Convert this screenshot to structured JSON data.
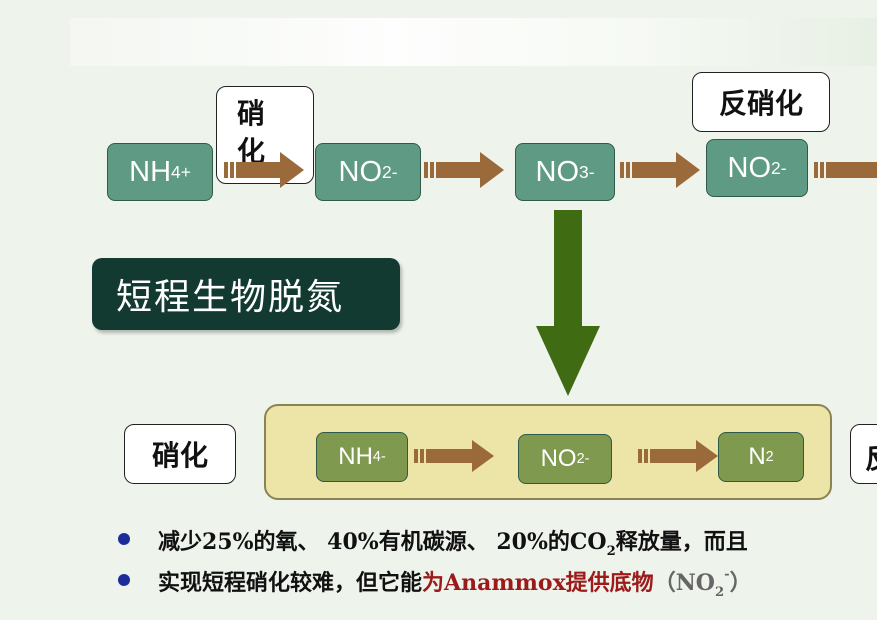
{
  "top_row": {
    "nh4": {
      "base": "NH",
      "sub": "4",
      "sup": "+"
    },
    "no2a": {
      "base": "NO",
      "sub": "2",
      "sup": "-"
    },
    "no3": {
      "base": "NO",
      "sub": "3",
      "sup": "-"
    },
    "no2b": {
      "base": "NO",
      "sub": "2",
      "sup": "-"
    },
    "nitrification_label": "硝化",
    "denitrification_label": "反硝化"
  },
  "title": "短程生物脱氮",
  "bottom_row": {
    "nitrification_label": "硝化",
    "right_label_partial": "反",
    "nh4": {
      "base": "NH",
      "sub": "4",
      "sup": "-"
    },
    "no2": {
      "base": "NO",
      "sub": "2",
      "sup": "-"
    },
    "n2": {
      "base": "N",
      "sup": "2"
    }
  },
  "bullets": [
    {
      "a": "减少25%的氧、 40%有机碳源、 20%的CO",
      "sub": "2",
      "b": "释放量，而且"
    },
    {
      "a": "实现短程硝化较难，但它能",
      "red": "为Anammox提供底物",
      "grey": "（NO",
      "gsub": "2",
      "gsup": "-",
      "gend": "）"
    }
  ],
  "colors": {
    "teal_box": "#5f9a84",
    "olive_box": "#7f9a4e",
    "arrow_brown": "#9b6a3a",
    "down_arrow_green": "#3f6b12",
    "title_bg": "#123a30",
    "panel_bg": "#ede4a8",
    "bullet": "#1c2d9a",
    "highlight_red": "#9b1a1a"
  }
}
